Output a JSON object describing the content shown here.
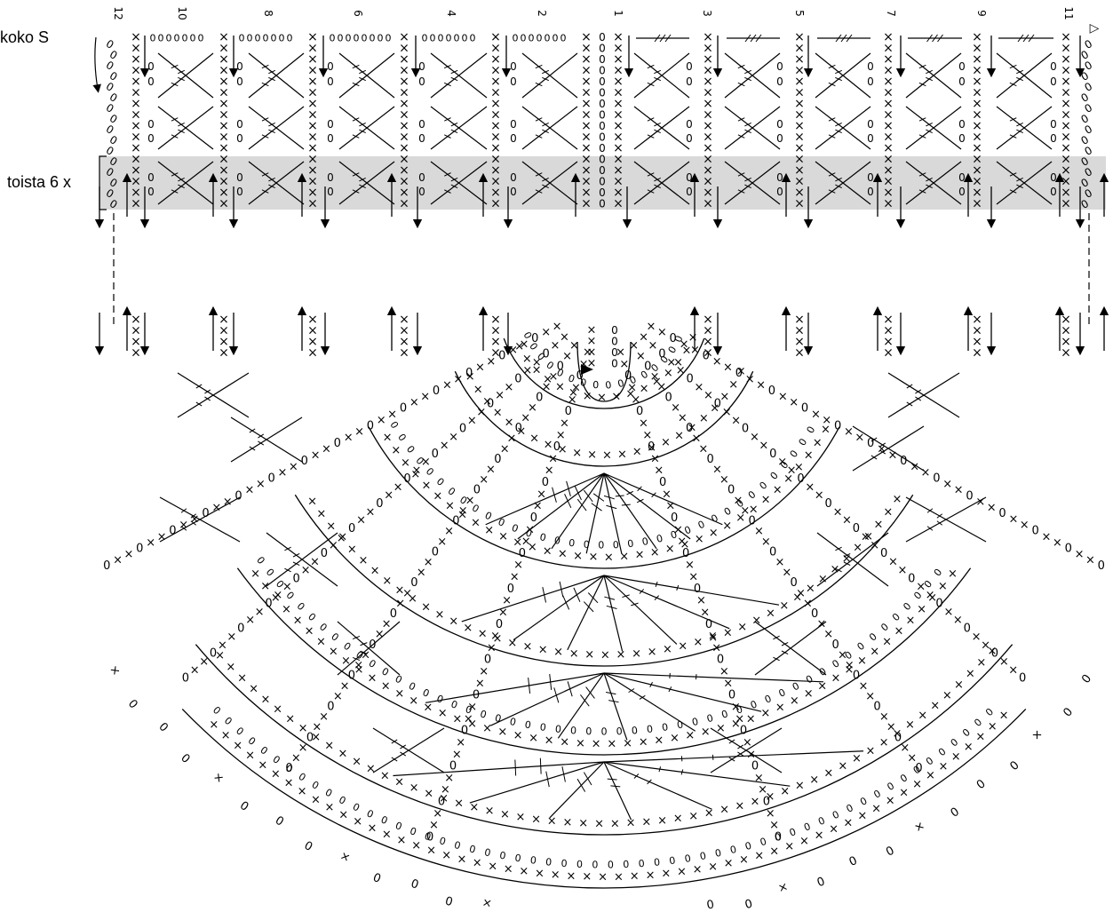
{
  "labels": {
    "size": "koko S",
    "repeat": "toista 6 x"
  },
  "column_numbers": [
    "12",
    "10",
    "8",
    "6",
    "4",
    "2",
    "1",
    "3",
    "5",
    "7",
    "9",
    "11"
  ],
  "symbols": {
    "single_crochet": "×",
    "chain": "0",
    "start_marker": "▷",
    "direction_arrow": "arrow"
  },
  "colors": {
    "ink": "#000000",
    "repeat_band": "#d9d9d9",
    "background": "#ffffff"
  }
}
